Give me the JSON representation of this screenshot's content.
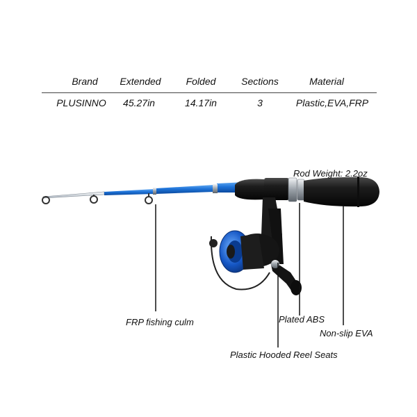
{
  "spec_table": {
    "headers": [
      "Brand",
      "Extended",
      "Folded",
      "Sections",
      "Material"
    ],
    "values": [
      "PLUSINNO",
      "45.27in",
      "14.17in",
      "3",
      "Plastic,EVA,FRP"
    ]
  },
  "callouts": {
    "rod_weight": "Rod Weight: 2.2oz",
    "frp_culm": "FRP fishing culm",
    "plated_abs": "Plated ABS",
    "non_slip_eva": "Non-slip EVA",
    "reel_seats": "Plastic Hooded Reel Seats"
  },
  "colors": {
    "rod_blue": "#1e73d8",
    "rod_dark_blue": "#0d4fa6",
    "handle_black": "#1a1a1a",
    "chrome": "#c8ccd0"
  }
}
